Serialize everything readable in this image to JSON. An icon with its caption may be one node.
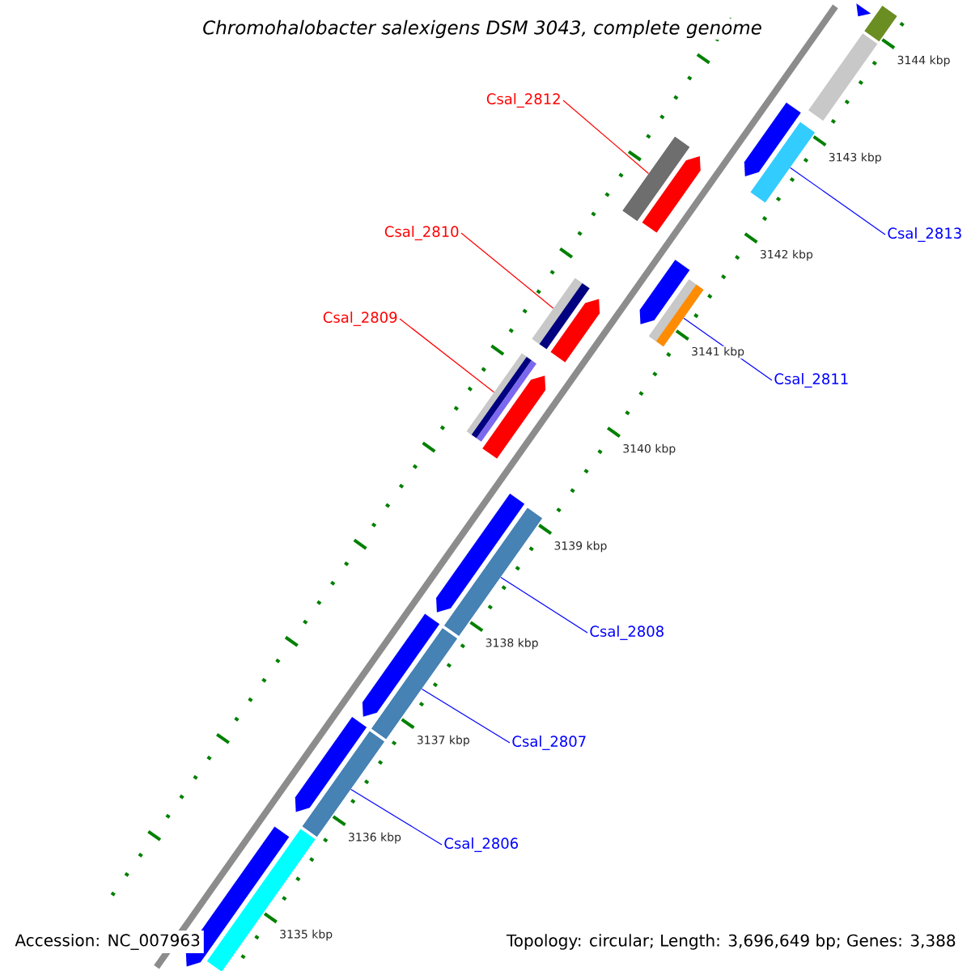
{
  "diagram": {
    "title": "Chromohalobacter salexigens DSM 3043, complete genome",
    "nodes": [
      {
        "text": [
          "Csal_2812"
        ]
      },
      {
        "text": [
          "Csal_2813"
        ]
      },
      {
        "text": [
          "Csal_2810"
        ]
      },
      {
        "text": [
          "Csal_2809"
        ]
      },
      {
        "text": [
          "Csal_2811"
        ]
      },
      {
        "text": [
          "Csal_2808"
        ]
      },
      {
        "text": [
          "Csal_2807"
        ]
      },
      {
        "text": [
          "Csal_2806"
        ]
      },
      {
        "text": [],
        "shape": "bar"
      },
      {
        "text": [],
        "shape": "bar"
      },
      {
        "text": [],
        "shape": "bar"
      },
      {
        "text": [],
        "shape": "bar"
      },
      {
        "text": [],
        "shape": "bar"
      },
      {
        "text": [],
        "shape": "bar"
      },
      {
        "text": [],
        "shape": "bar"
      },
      {
        "text": [],
        "shape": "bar"
      },
      {
        "text": [],
        "shape": "bar"
      },
      {
        "text": [],
        "shape": "pentagon"
      },
      {
        "text": [],
        "shape": "bar"
      },
      {
        "text": [],
        "shape": "pentagon"
      },
      {
        "text": [],
        "shape": "pentagon"
      },
      {
        "text": [],
        "shape": "pentagon"
      },
      {
        "text": [],
        "shape": "pentagon"
      },
      {
        "text": [],
        "shape": "pentagon"
      },
      {
        "text": [],
        "shape": "pentagon"
      },
      {
        "text": [],
        "shape": "pentagon"
      },
      {
        "text": [],
        "shape": "pentagon"
      },
      {
        "text": [],
        "shape": "pentagon"
      },
      {
        "text": [],
        "shape": "bar"
      }
    ],
    "edges": [
      {
        "from": 0,
        "to": 8,
        "arrow": "none",
        "color": "#ff0000"
      },
      {
        "from": 1,
        "to": 9,
        "arrow": "none"
      },
      {
        "from": 2,
        "to": 10,
        "arrow": "none",
        "color": "#ff0000"
      },
      {
        "from": 3,
        "to": 11,
        "arrow": "none",
        "color": "#ff0000"
      },
      {
        "from": 4,
        "to": 12,
        "arrow": "none"
      },
      {
        "from": 5,
        "to": 13,
        "arrow": "none"
      },
      {
        "from": 6,
        "to": 14,
        "arrow": "none"
      },
      {
        "from": 7,
        "to": 15,
        "arrow": "none"
      }
    ],
    "labels": [
      "3144 kbp",
      "3143 kbp",
      "3142 kbp",
      "3141 kbp",
      "3140 kbp",
      "3139 kbp",
      "3138 kbp",
      "3137 kbp",
      "3136 kbp",
      "3135 kbp",
      "Accession: NC_007963",
      "Topology: circular; Length: 3,696,649 bp; Genes: 3,388"
    ]
  }
}
